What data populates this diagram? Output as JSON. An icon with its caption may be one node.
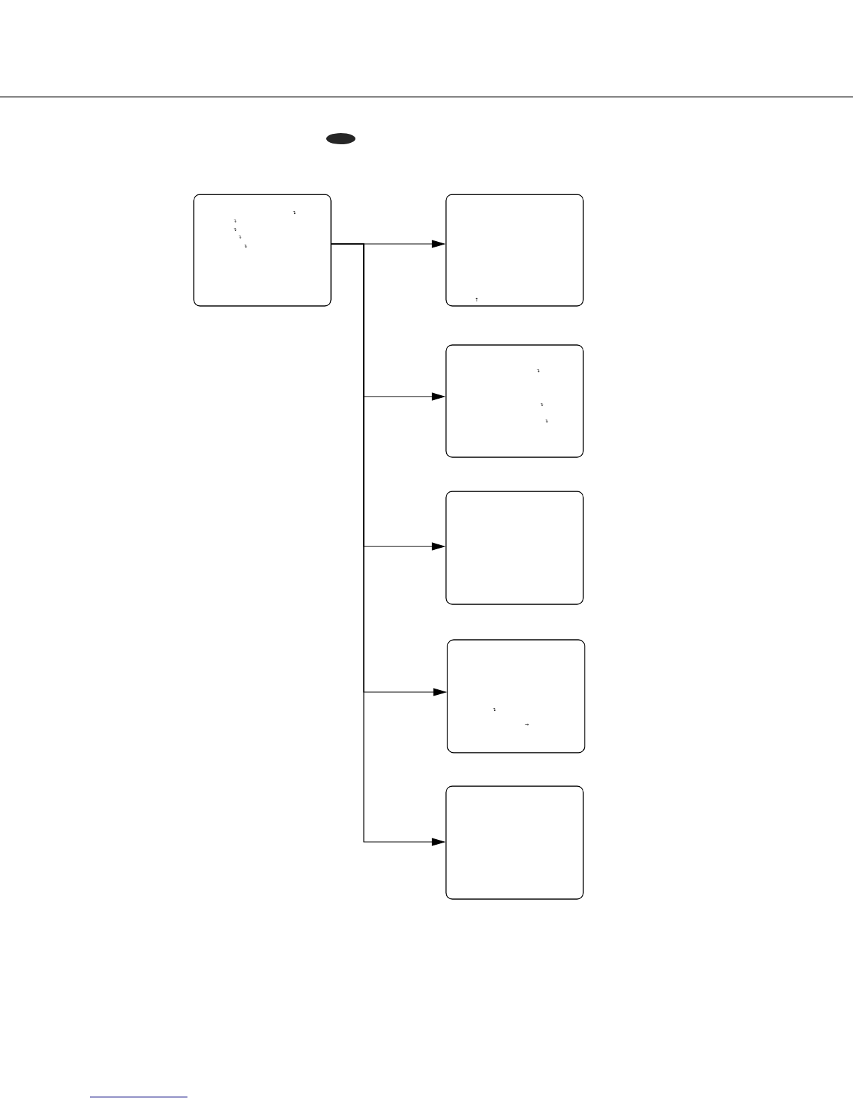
{
  "diagram": {
    "nodes": [
      {
        "text": [
          "↴",
          "↴",
          "↴",
          "↴",
          "↴"
        ]
      },
      {
        "text": [
          "↑"
        ]
      },
      {
        "text": [
          "↴",
          "↴",
          "↴"
        ]
      },
      {
        "text": [],
        "shape": "box"
      },
      {
        "text": [
          "↴",
          "→"
        ]
      },
      {
        "text": [],
        "shape": "box"
      }
    ],
    "edges": [
      {
        "from": 0,
        "to": 1,
        "arrow": "to"
      },
      {
        "from": 0,
        "to": 2,
        "arrow": "to"
      },
      {
        "from": 0,
        "to": 3,
        "arrow": "to"
      },
      {
        "from": 0,
        "to": 4,
        "arrow": "to"
      },
      {
        "from": 0,
        "to": 5,
        "arrow": "to"
      }
    ]
  }
}
